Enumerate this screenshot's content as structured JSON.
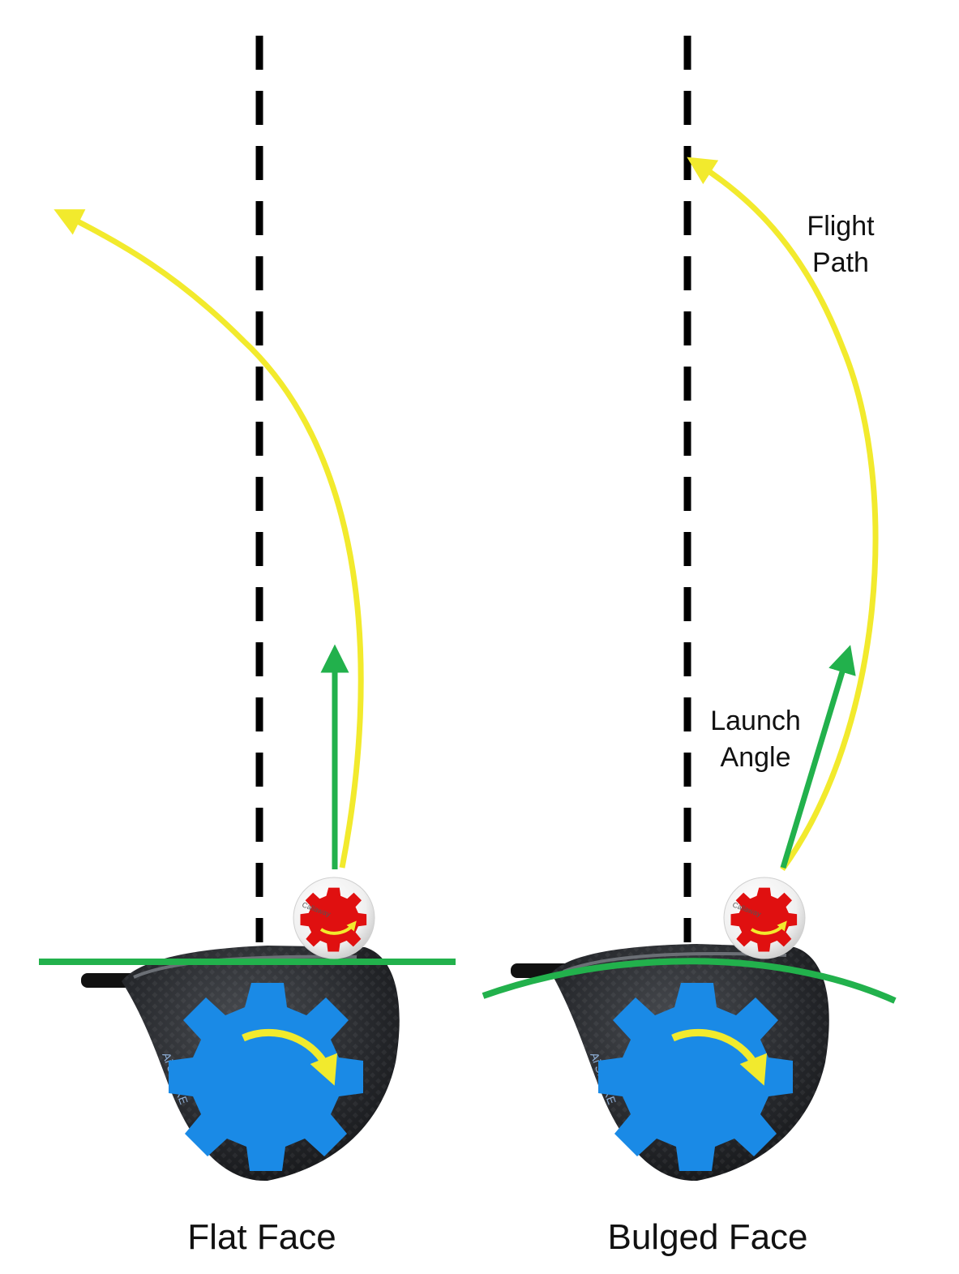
{
  "panels": {
    "left": {
      "caption": "Flat Face"
    },
    "right": {
      "caption": "Bulged Face"
    }
  },
  "annotations": {
    "flight_path": {
      "line1": "Flight",
      "line2": "Path"
    },
    "launch_angle": {
      "line1": "Launch",
      "line2": "Angle"
    }
  },
  "colors": {
    "flight_path": "#f2ea2d",
    "launch_direction": "#22b14c",
    "face_line": "#22b14c",
    "target_line": "#000000",
    "club_gear": "#1a8ae6",
    "ball_gear": "#e01010",
    "spin_arrow": "#f2ea2d",
    "club_head": "#2a2c30"
  },
  "icons": [
    "driver-club-head",
    "golf-ball",
    "gear-icon",
    "rotation-arrow-icon"
  ]
}
